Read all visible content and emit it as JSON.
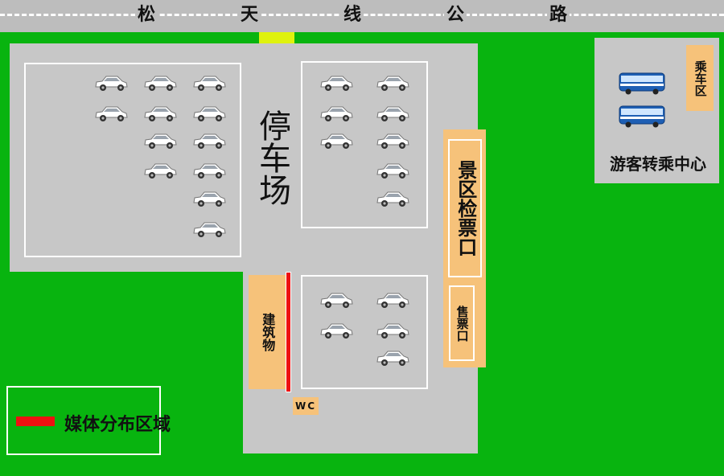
{
  "road": {
    "chars": [
      "松",
      "天",
      "线",
      "公",
      "路"
    ]
  },
  "parking": {
    "label": "停车场"
  },
  "checkpoint": {
    "label": "景区检票口"
  },
  "ticket": {
    "label": "售票口"
  },
  "building": {
    "label": "建筑物"
  },
  "wc": {
    "label": "WC"
  },
  "transfer": {
    "boarding_label": "乘车区",
    "center_label": "游客转乘中心"
  },
  "legend": {
    "media_label": "媒体分布区域",
    "media_color": "#ee1111"
  },
  "colors": {
    "grass": "#08b40f",
    "lot": "#c7c7c7",
    "sign": "#f6c27a",
    "gate": "#dff20e",
    "road": "#bdbdbd",
    "bus": "#1e5fb4"
  },
  "icons": {
    "car": "car-icon",
    "bus": "bus-icon"
  }
}
